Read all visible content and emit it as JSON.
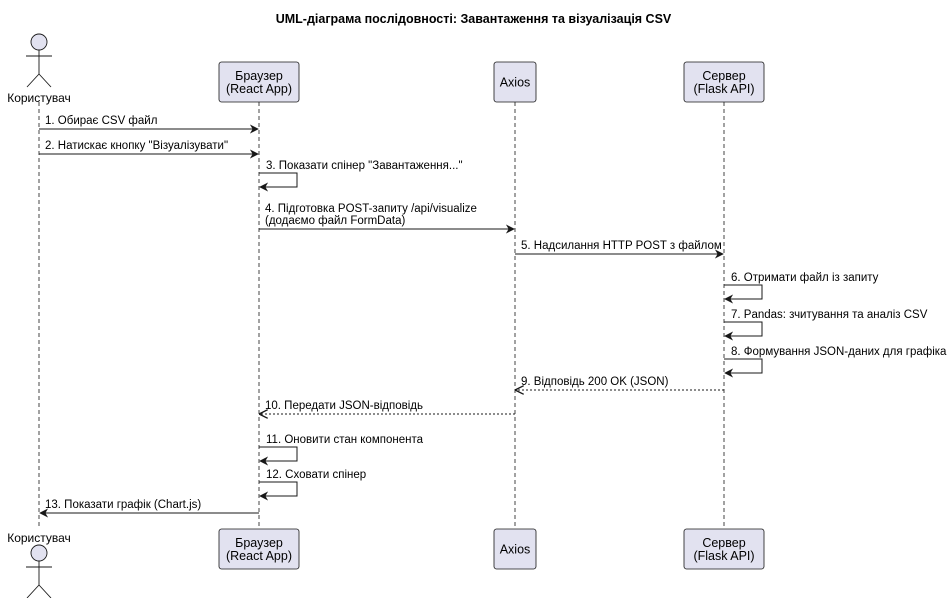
{
  "title": "UML-діаграма послідовності: Завантаження та візуалізація CSV",
  "participants": [
    {
      "id": "user",
      "kind": "actor",
      "label": [
        "Користувач"
      ]
    },
    {
      "id": "browser",
      "kind": "box",
      "label": [
        "Браузер",
        "(React App)"
      ]
    },
    {
      "id": "axios",
      "kind": "box",
      "label": [
        "Axios"
      ]
    },
    {
      "id": "server",
      "kind": "box",
      "label": [
        "Сервер",
        "(Flask API)"
      ]
    }
  ],
  "messages": [
    {
      "from": "user",
      "to": "browser",
      "type": "sync",
      "lines": [
        "1. Обирає CSV файл"
      ]
    },
    {
      "from": "user",
      "to": "browser",
      "type": "sync",
      "lines": [
        "2. Натискає кнопку \"Візуалізувати\""
      ]
    },
    {
      "from": "browser",
      "to": "browser",
      "type": "self",
      "lines": [
        "3. Показати спінер \"Завантаження...\""
      ]
    },
    {
      "from": "browser",
      "to": "axios",
      "type": "sync",
      "lines": [
        "4. Підготовка POST-запиту /api/visualize",
        "(додаємо файл FormData)"
      ]
    },
    {
      "from": "axios",
      "to": "server",
      "type": "sync",
      "lines": [
        "5. Надсилання HTTP POST з файлом"
      ]
    },
    {
      "from": "server",
      "to": "server",
      "type": "self",
      "lines": [
        "6. Отримати файл із запиту"
      ]
    },
    {
      "from": "server",
      "to": "server",
      "type": "self",
      "lines": [
        "7. Pandas: зчитування та аналіз CSV"
      ]
    },
    {
      "from": "server",
      "to": "server",
      "type": "self",
      "lines": [
        "8. Формування JSON-даних для графіка"
      ]
    },
    {
      "from": "server",
      "to": "axios",
      "type": "return",
      "lines": [
        "9. Відповідь 200 OK (JSON)"
      ]
    },
    {
      "from": "axios",
      "to": "browser",
      "type": "return",
      "lines": [
        "10. Передати JSON-відповідь"
      ]
    },
    {
      "from": "browser",
      "to": "browser",
      "type": "self",
      "lines": [
        "11. Оновити стан компонента"
      ]
    },
    {
      "from": "browser",
      "to": "browser",
      "type": "self",
      "lines": [
        "12. Сховати спінер"
      ]
    },
    {
      "from": "browser",
      "to": "user",
      "type": "sync",
      "lines": [
        "13. Показати графік (Chart.js)"
      ]
    }
  ],
  "colors": {
    "participant_fill": "#e2e2f0",
    "participant_border": "#181818",
    "lifeline": "#181818",
    "arrow": "#181818"
  }
}
